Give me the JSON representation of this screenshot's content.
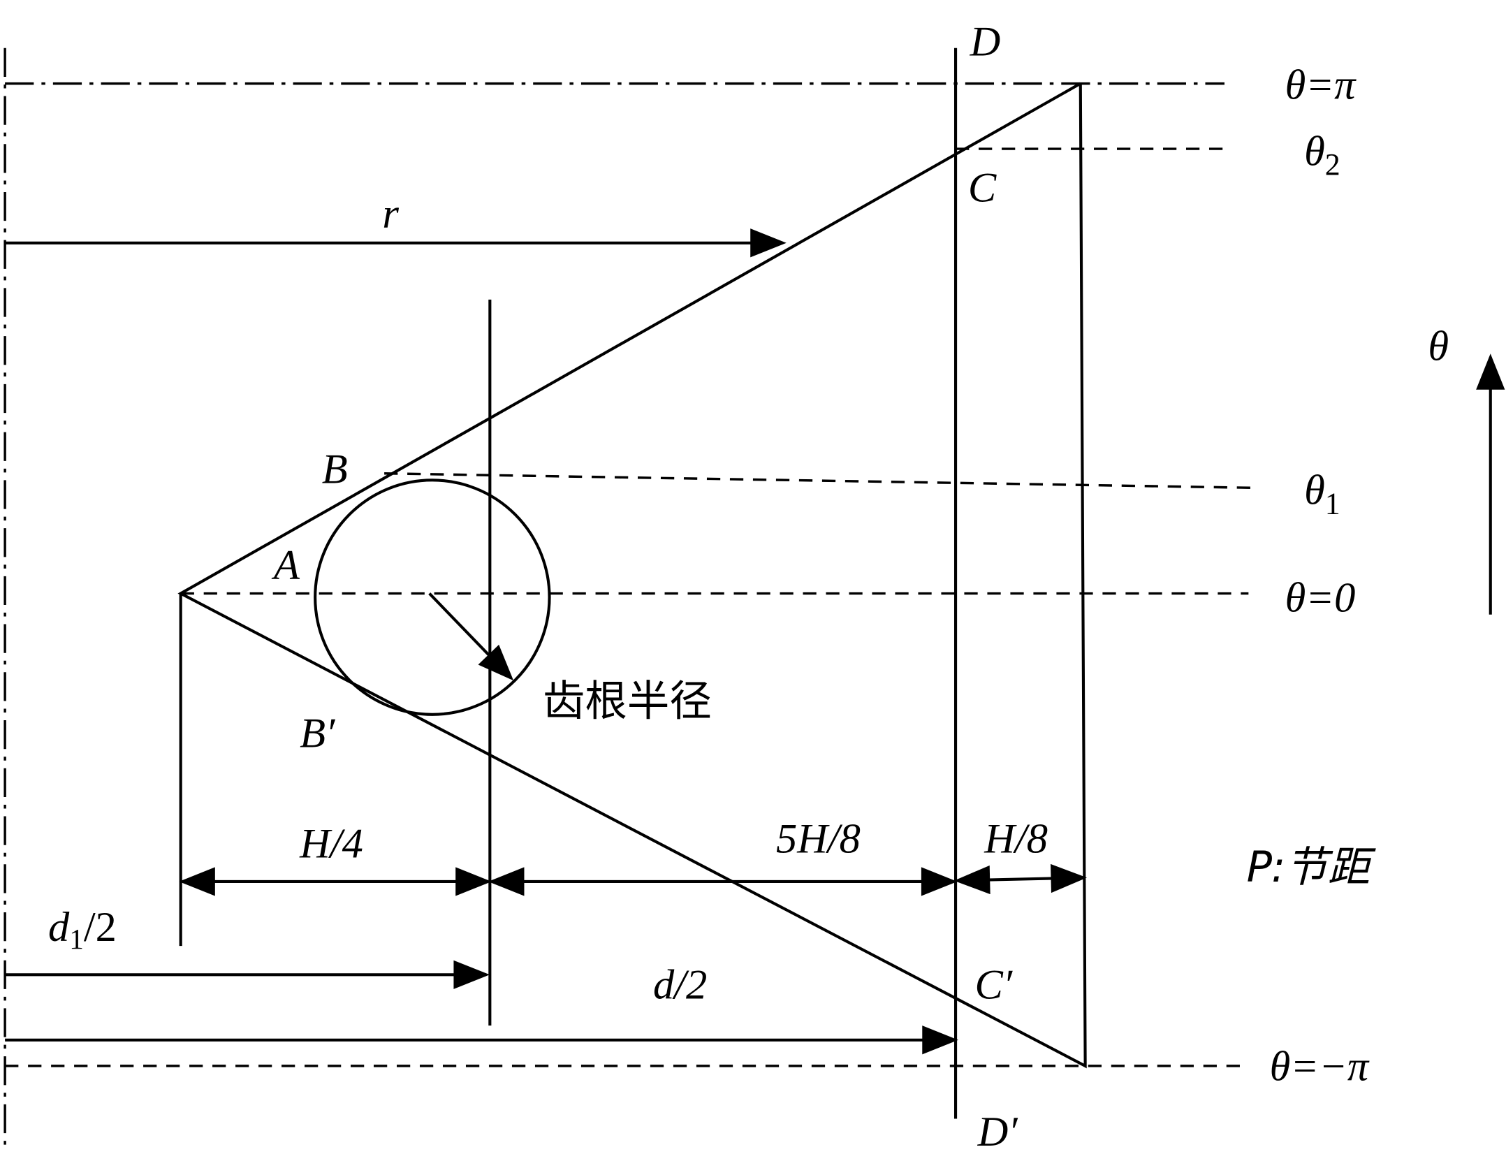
{
  "labels": {
    "D": "D",
    "D_prime": "D′",
    "C": "C",
    "C_prime": "C′",
    "B": "B",
    "B_prime": "B′",
    "A": "A",
    "r": "r",
    "theta_pi": "θ=π",
    "theta_2": "θ",
    "theta_2_sub": "2",
    "theta_1": "θ",
    "theta_1_sub": "1",
    "theta_0": "θ=0",
    "theta_neg_pi": "θ=−π",
    "theta_axis": "θ",
    "root_radius": "齿根半径",
    "H4": "H/4",
    "H58": "5H/8",
    "H8": "H/8",
    "pitch": "P:节距",
    "d1_half": "d",
    "d1_sub": "1",
    "d1_rest": "/2",
    "d_half": "d/2"
  }
}
